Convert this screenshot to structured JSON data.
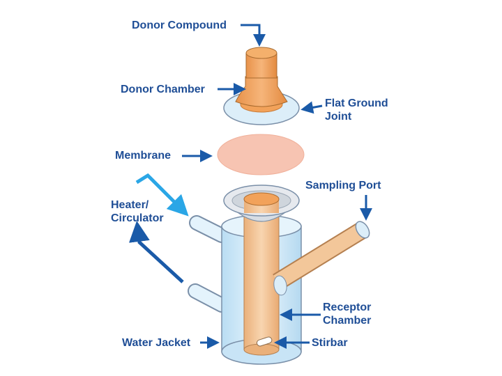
{
  "labels": {
    "donor_compound": "Donor Compound",
    "donor_chamber": "Donor Chamber",
    "flat_ground_joint": [
      "Flat Ground",
      "Joint"
    ],
    "membrane": "Membrane",
    "sampling_port": "Sampling Port",
    "heater_circulator": [
      "Heater/",
      "Circulator"
    ],
    "receptor_chamber": [
      "Receptor",
      "Chamber"
    ],
    "water_jacket": "Water Jacket",
    "stirbar": "Stirbar"
  },
  "colors": {
    "label_text": "#1f4e96",
    "arrow_dark_blue": "#1a5aa8",
    "arrow_light_blue": "#2aa6e6",
    "glass_fill": "#dceef9",
    "glass_stroke": "#7a8fa8",
    "donor_orange": "#f2a25a",
    "receptor_fill": "#f3c79a",
    "membrane_pink": "#f7c4b2"
  }
}
